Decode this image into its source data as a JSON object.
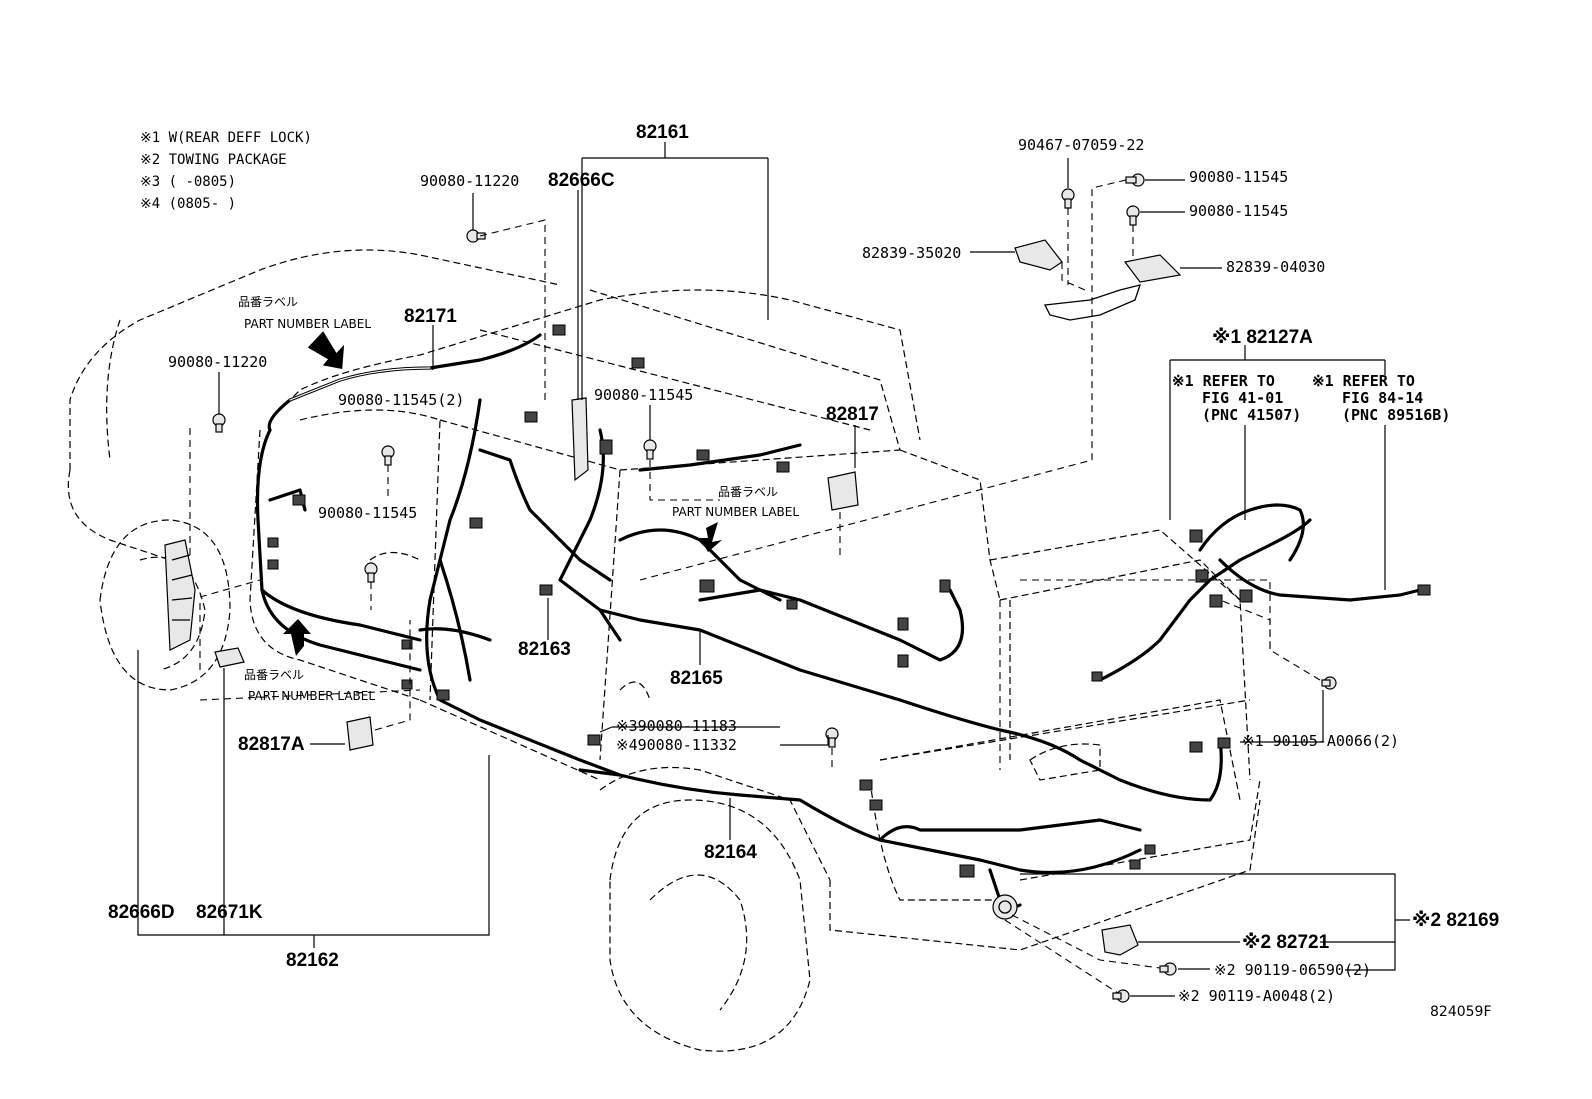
{
  "notes": [
    "※1 W(REAR DEFF LOCK)",
    "※2 TOWING PACKAGE",
    "※3 (     -0805)",
    "※4 (0805-     )"
  ],
  "labels": {
    "l82161": "82161",
    "l82666C": "82666C",
    "l90080_11220_top": "90080-11220",
    "l90080_11220_left": "90080-11220",
    "l82171": "82171",
    "l90080_11545_2": "90080-11545(2)",
    "l90080_11545_mid": "90080-11545",
    "l90080_11545_left": "90080-11545",
    "l82817": "82817",
    "l82163": "82163",
    "l82165": "82165",
    "l82817A": "82817A",
    "l90080_11183": "※390080-11183",
    "l90080_11332": "※490080-11332",
    "l82164": "82164",
    "l82666D": "82666D",
    "l82671K": "82671K",
    "l82162": "82162",
    "l90467": "90467-07059-22",
    "l90080_11545_tr1": "90080-11545",
    "l90080_11545_tr2": "90080-11545",
    "l82839_35020": "82839-35020",
    "l82839_04030": "82839-04030",
    "l82127A": "※1 82127A",
    "l90105": "※1 90105-A0066(2)",
    "l82169": "※2 82169",
    "l82721": "※2 82721",
    "l90119_06590": "※2 90119-06590(2)",
    "l90119_A0048": "※2 90119-A0048(2)",
    "figure_code": "824059F"
  },
  "refer_left": [
    "※1 REFER TO",
    "FIG 41-01",
    "(PNC 41507)"
  ],
  "refer_right": [
    "※1 REFER TO",
    "FIG 84-14",
    "(PNC 89516B)"
  ],
  "part_number_labels": [
    {
      "jp": "品番ラベル",
      "en": "PART NUMBER LABEL"
    },
    {
      "jp": "品番ラベル",
      "en": "PART NUMBER LABEL"
    },
    {
      "jp": "品番ラベル",
      "en": "PART NUMBER LABEL"
    }
  ]
}
